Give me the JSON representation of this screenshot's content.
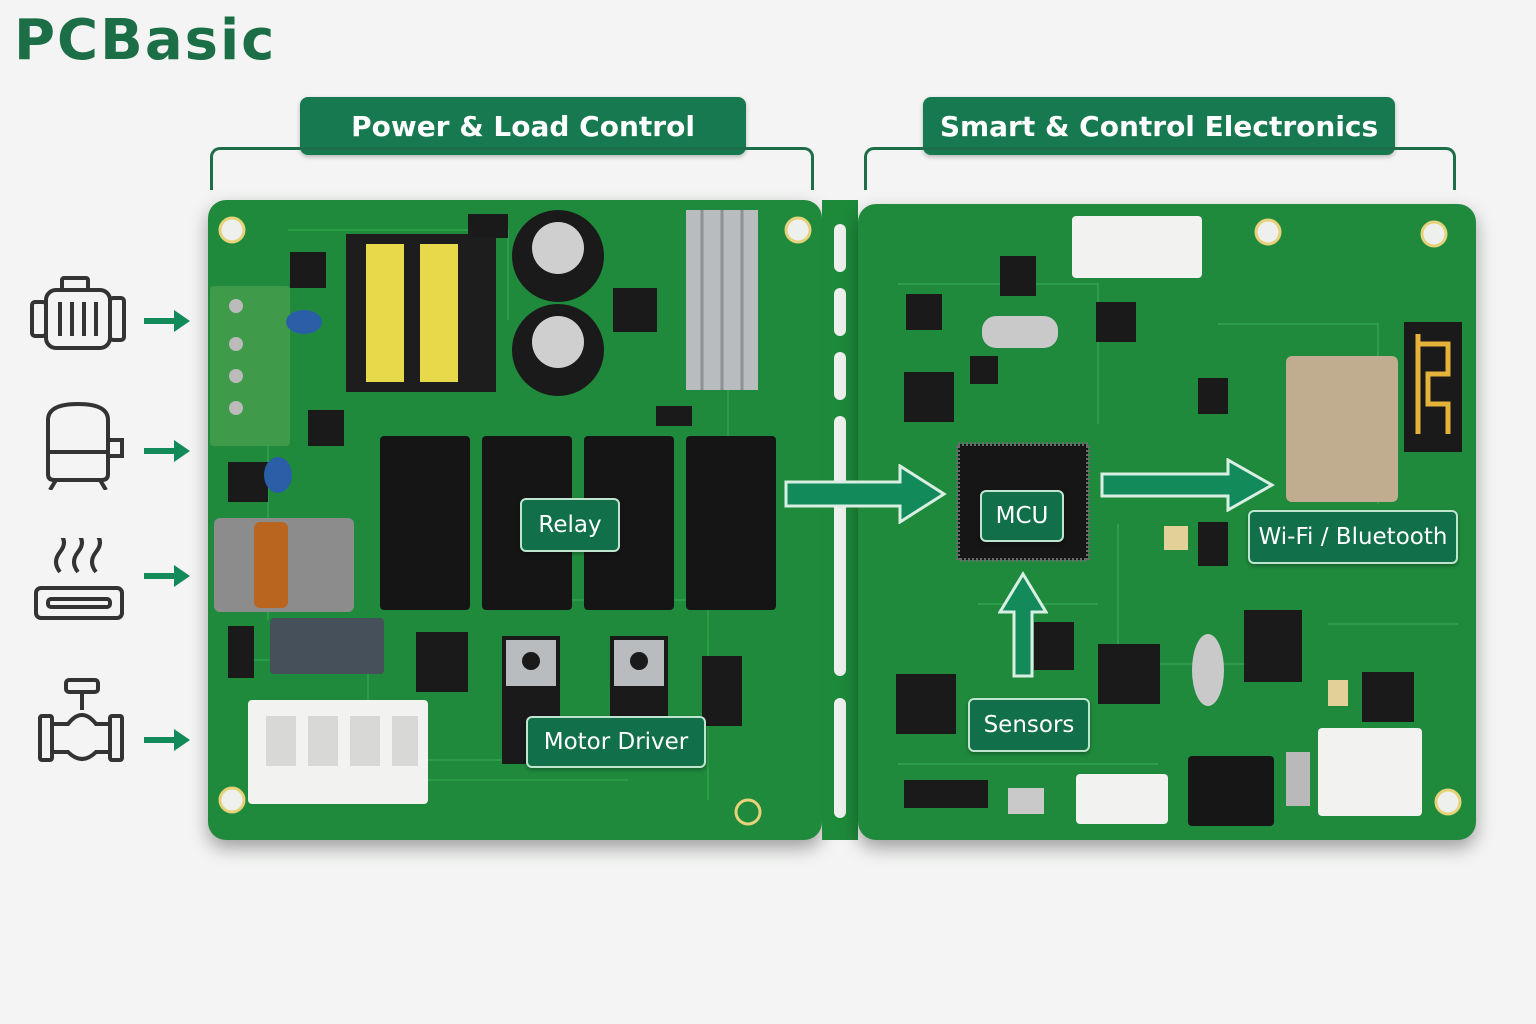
{
  "brand": {
    "logo_text": "PCBasic",
    "color": "#1b6e45"
  },
  "sections": {
    "power": {
      "label": "Power & Load Control"
    },
    "smart": {
      "label": "Smart & Control Electronics"
    }
  },
  "blocks": {
    "relay": "Relay",
    "motor_driver": "Motor Driver",
    "mcu": "MCU",
    "wireless": "Wi-Fi / Bluetooth",
    "sensors": "Sensors"
  },
  "load_icons": [
    "motor-icon",
    "compressor-icon",
    "heater-icon",
    "valve-icon"
  ],
  "colors": {
    "pcb": "#1f8a3c",
    "label_bg": "#17794f",
    "tag_bg": "#11704a",
    "arrow": "#138a5a"
  }
}
